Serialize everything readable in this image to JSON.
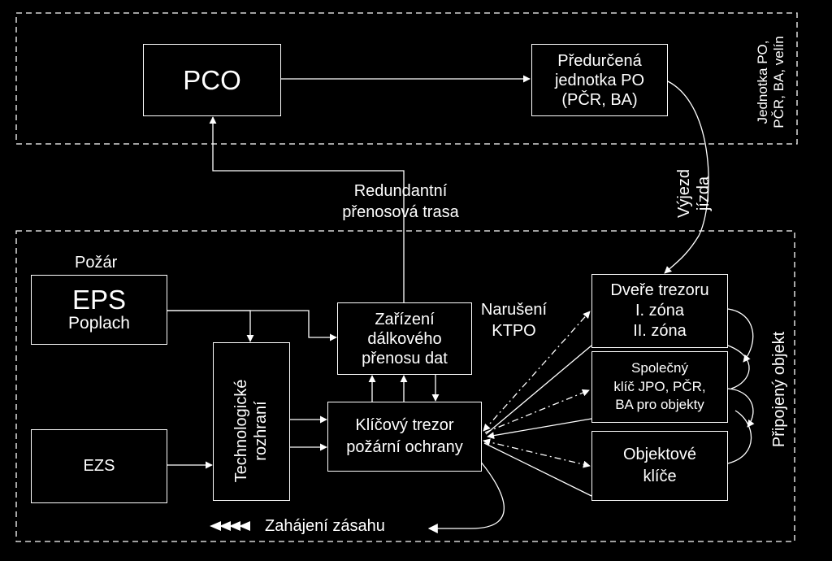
{
  "boxes": {
    "pco": "PCO",
    "predurcena": [
      "Předurčená",
      "jednotka PO",
      "(PČR, BA)"
    ],
    "eps_title": "EPS",
    "eps_sub": "Poplach",
    "zarizeni": [
      "Zařízení",
      "dálkového",
      "přenosu dat"
    ],
    "tech": [
      "Technologické",
      "rozhraní"
    ],
    "klicovy": [
      "Klíčový trezor",
      "požární ochrany"
    ],
    "ezs": "EZS",
    "dvere": [
      "Dveře trezoru",
      "I. zóna",
      "II. zóna"
    ],
    "spolecny": [
      "Společný",
      "klíč JPO, PČR,",
      "BA pro objekty"
    ],
    "objektove": [
      "Objektové",
      "klíče"
    ]
  },
  "labels": {
    "pozar": "Požár",
    "redundantni": [
      "Redundantní",
      "přenosová trasa"
    ],
    "naruseni": [
      "Narušení",
      "KTPO"
    ],
    "vyjezd": [
      "Výjezd",
      "jízda"
    ],
    "zahajeni": "Zahájení zásahu",
    "top_zone": [
      "Jednotka PO,",
      "PČR, BA, velín"
    ],
    "bottom_zone": "Připojený objekt"
  }
}
